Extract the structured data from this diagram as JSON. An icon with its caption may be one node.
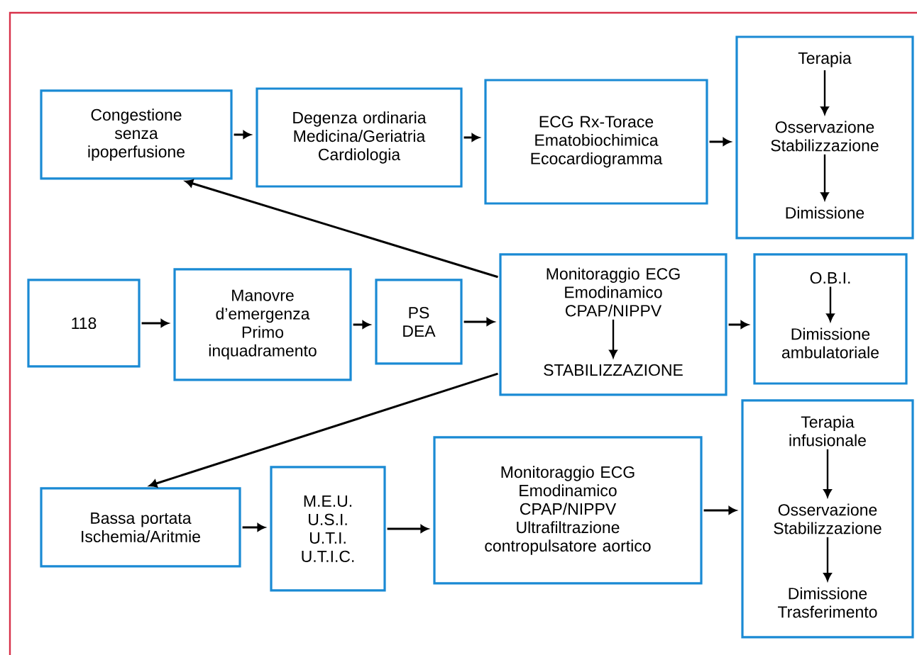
{
  "diagram": {
    "nodes": [
      {
        "text": [
          "Congestione senza ipoperfusione"
        ]
      },
      {
        "text": [
          "Degenza ordinaria Medicina/Geriatria Cardiologia"
        ]
      },
      {
        "text": [
          "ECG Rx-Torace Ematobiochimica Ecocardiogramma"
        ]
      },
      {
        "text": [],
        "shape": "box"
      },
      {
        "text": [
          "Terapia"
        ],
        "in": 3
      },
      {
        "text": [
          "Osservazione Stabilizzazione"
        ],
        "in": 3
      },
      {
        "text": [
          "Dimissione"
        ],
        "in": 3
      },
      {
        "text": [
          "118"
        ]
      },
      {
        "text": [
          "Manovre d’emergenza Primo inquadramento"
        ]
      },
      {
        "text": [
          "PS DEA"
        ]
      },
      {
        "text": [],
        "shape": "box"
      },
      {
        "text": [
          "Monitoraggio ECG Emodinamico CPAP/NIPPV"
        ],
        "in": 10
      },
      {
        "text": [
          "STABILIZZAZIONE"
        ],
        "in": 10
      },
      {
        "text": [],
        "shape": "box"
      },
      {
        "text": [
          "O.B.I."
        ],
        "in": 13
      },
      {
        "text": [
          "Dimissione ambulatoriale"
        ],
        "in": 13
      },
      {
        "text": [
          "Bassa portata Ischemia/Aritmie"
        ]
      },
      {
        "text": [
          "M.E.U. U.S.I. U.T.I. U.T.I.C."
        ]
      },
      {
        "text": [
          "Monitoraggio ECG Emodinamico CPAP/NIPPV Ultrafiltrazione contropulsatore aortico"
        ]
      },
      {
        "text": [],
        "shape": "box"
      },
      {
        "text": [
          "Terapia infusionale"
        ],
        "in": 19
      },
      {
        "text": [
          "Osservazione Stabilizzazione"
        ],
        "in": 19
      },
      {
        "text": [
          "Dimissione Trasferimento"
        ],
        "in": 19
      }
    ],
    "edges": [
      {
        "from": 0,
        "to": 1,
        "arrow": "to"
      },
      {
        "from": 1,
        "to": 2,
        "arrow": "to"
      },
      {
        "from": 2,
        "to": 3,
        "arrow": "to"
      },
      {
        "from": 4,
        "to": 5,
        "arrow": "to"
      },
      {
        "from": 5,
        "to": 6,
        "arrow": "to"
      },
      {
        "from": 7,
        "to": 8,
        "arrow": "to"
      },
      {
        "from": 8,
        "to": 9,
        "arrow": "to"
      },
      {
        "from": 9,
        "to": 10,
        "arrow": "to"
      },
      {
        "from": 10,
        "to": 0,
        "arrow": "to"
      },
      {
        "from": 10,
        "to": 13,
        "arrow": "to"
      },
      {
        "from": 11,
        "to": 12,
        "arrow": "to"
      },
      {
        "from": 10,
        "to": 16,
        "arrow": "to"
      },
      {
        "from": 14,
        "to": 15,
        "arrow": "to"
      },
      {
        "from": 16,
        "to": 17,
        "arrow": "to"
      },
      {
        "from": 17,
        "to": 18,
        "arrow": "to"
      },
      {
        "from": 18,
        "to": 19,
        "arrow": "to"
      },
      {
        "from": 20,
        "to": 21,
        "arrow": "to"
      },
      {
        "from": 21,
        "to": 22,
        "arrow": "to"
      }
    ]
  }
}
